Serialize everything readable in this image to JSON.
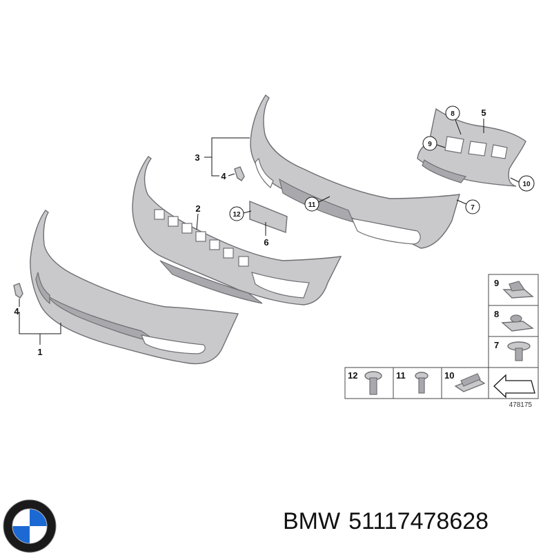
{
  "labels": {
    "l1": "1",
    "l2": "2",
    "l3": "3",
    "l4a": "4",
    "l4b": "4",
    "l5": "5",
    "l6": "6",
    "l7": "7",
    "l8": "8",
    "l9": "9",
    "l10": "10",
    "l11": "11",
    "l12": "12"
  },
  "fastener_table": {
    "c9": "9",
    "c8": "8",
    "c7": "7",
    "c12": "12",
    "c11": "11",
    "c10": "10"
  },
  "reference_number": "478175",
  "brand": "BMW",
  "part_number": "51117478628",
  "colors": {
    "part_fill": "#c9c9cc",
    "outline": "#6e6e73",
    "logo_blue": "#1c69d4"
  }
}
